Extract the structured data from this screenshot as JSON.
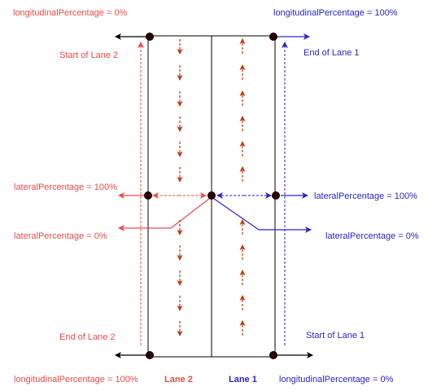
{
  "colors": {
    "red": "#ea4b4b",
    "blue": "#2626c9",
    "arrow_orange": "#c0390b",
    "black": "#000000",
    "dot_fill": "#330000"
  },
  "labels": {
    "long_pct_0_top": "longitudinalPercentage = 0%",
    "long_pct_100_top": "longitudinalPercentage = 100%",
    "start_lane2": "Start of Lane 2",
    "end_lane1": "End of Lane 1",
    "lat_pct_100_left": "lateralPercentage = 100%",
    "lat_pct_0_left": "lateralPercentage = 0%",
    "lat_pct_100_right": "lateralPercentage = 100%",
    "lat_pct_0_right": "lateralPercentage = 0%",
    "end_lane2": "End of Lane 2",
    "start_lane1": "Start of Lane 1",
    "long_pct_100_bottom": "longitudinalPercentage = 100%",
    "lane2": "Lane 2",
    "lane1": "Lane 1",
    "long_pct_0_bottom": "longitudinalPercentage = 0%"
  }
}
